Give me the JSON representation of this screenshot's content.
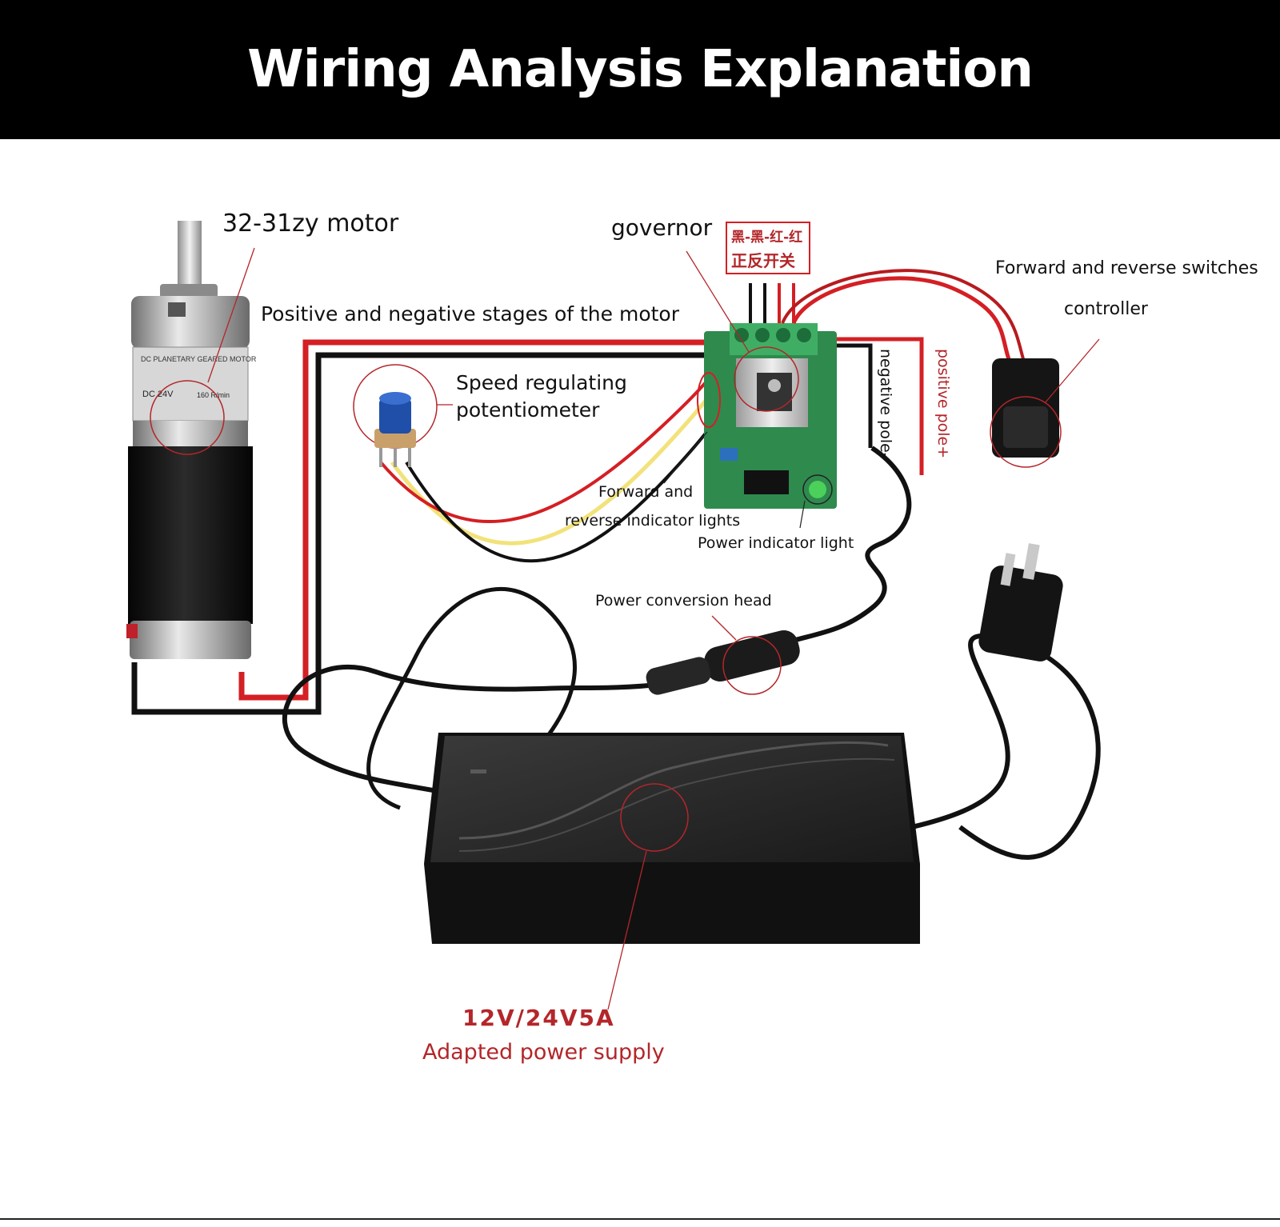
{
  "title": "Wiring Analysis Explanation",
  "labels": {
    "motor": "32-31zy motor",
    "motor_stages": "Positive and negative stages of the motor",
    "governor": "governor",
    "switch_wire_colors": "黑-黑-红-红",
    "switch_wire_function": "正反开关",
    "switch_controller_line1": "Forward and reverse switches",
    "switch_controller_line2": "controller",
    "potentiometer_line1": "Speed regulating",
    "potentiometer_line2": "potentiometer",
    "negative_pole": "negative pole-",
    "positive_pole": "positive pole+",
    "indicator_line1": "Forward and",
    "indicator_line2": "reverse indicator lights",
    "power_indicator": "Power indicator light",
    "power_conversion": "Power conversion head",
    "supply_rating": "12V/24V5A",
    "supply_name": "Adapted power supply"
  },
  "motor_plate": {
    "model": "DC PLANETARY GEARED MOTOR",
    "voltage": "DC 24V",
    "speed": "160 R/min"
  },
  "colors": {
    "header_bg": "#000000",
    "wire_red": "#d41f24",
    "wire_black": "#111111",
    "wire_yellow": "#f2e27a",
    "callout_red": "#b3262a",
    "board_green": "#2f8a4e"
  }
}
